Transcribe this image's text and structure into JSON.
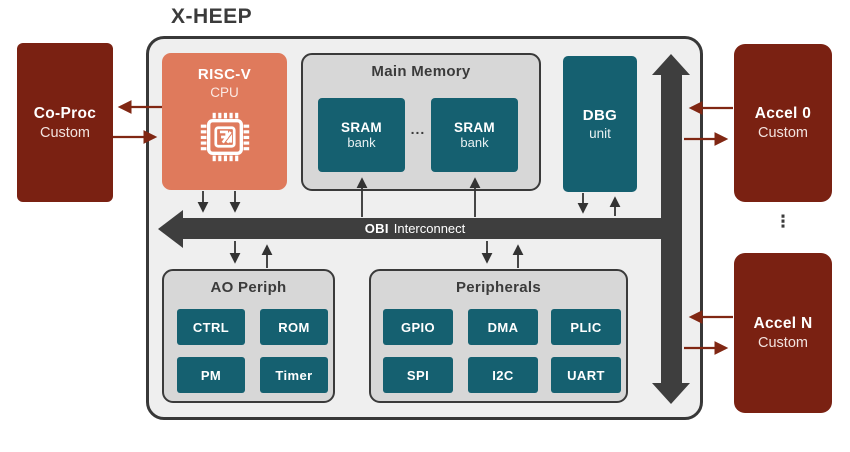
{
  "diagram": {
    "title": "X-HEEP",
    "cpu": {
      "line1": "RISC-V",
      "line2": "CPU",
      "icon": "riscv-chip-icon"
    },
    "memory": {
      "title": "Main Memory",
      "banks": [
        {
          "line1": "SRAM",
          "line2": "bank"
        },
        {
          "line1": "SRAM",
          "line2": "bank"
        }
      ],
      "ellipsis": "..."
    },
    "dbg": {
      "line1": "DBG",
      "line2": "unit"
    },
    "interconnect": {
      "label_bold": "OBI",
      "label_rest": "Interconnect"
    },
    "ao_periph": {
      "title": "AO Periph",
      "blocks": [
        "CTRL",
        "ROM",
        "PM",
        "Timer"
      ]
    },
    "peripherals": {
      "title": "Peripherals",
      "blocks": [
        "GPIO",
        "DMA",
        "PLIC",
        "SPI",
        "I2C",
        "UART"
      ]
    },
    "external": {
      "coproc": {
        "line1": "Co-Proc",
        "line2": "Custom"
      },
      "accel0": {
        "line1": "Accel 0",
        "line2": "Custom"
      },
      "accelN": {
        "line1": "Accel N",
        "line2": "Custom"
      },
      "ellipsis": "⋮"
    },
    "colors": {
      "canvas_bg": "#ffffff",
      "container_bg": "#efefef",
      "container_border": "#383838",
      "group_bg": "#d7d7d7",
      "group_border": "#3a3a3a",
      "teal": "#156070",
      "salmon": "#df7a5c",
      "maroon": "#7a2112",
      "bus": "#3e3e3e",
      "arrow_dark": "#333333",
      "arrow_red": "#802713",
      "text_dark": "#3b3b3b"
    }
  }
}
